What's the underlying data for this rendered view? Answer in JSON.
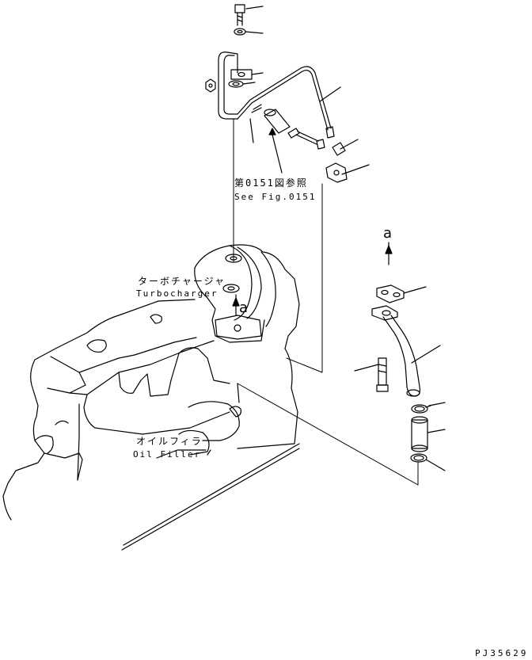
{
  "labels": {
    "ref_fig_jp": "第0151図参照",
    "ref_fig_en": "See Fig.0151",
    "turbo_jp": "ターボチャージャ",
    "turbo_en": "Turbocharger",
    "oil_jp": "オイルフィラ",
    "oil_en": "Oil Filler",
    "view_a_top": "a",
    "view_a_turbo": "a",
    "drawing_code": "PJ35629"
  }
}
